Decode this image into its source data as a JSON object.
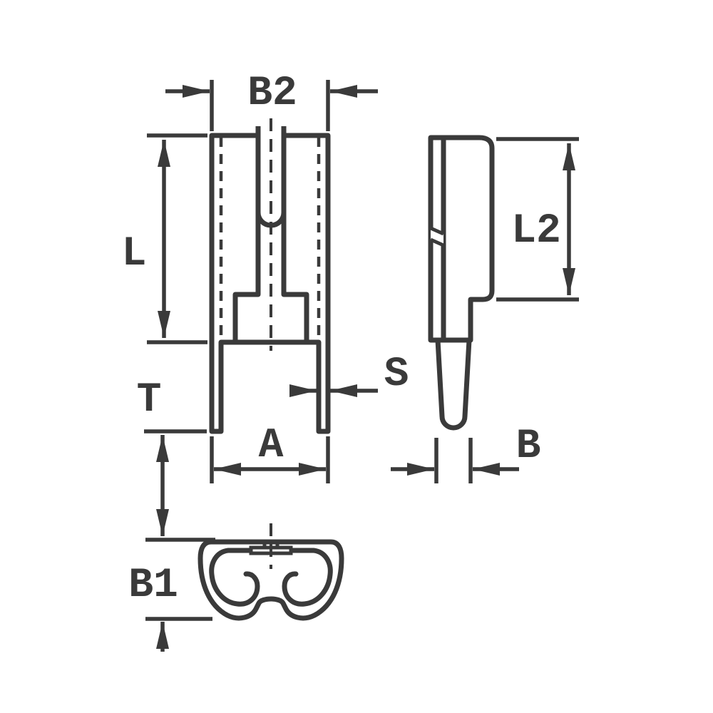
{
  "drawing": {
    "type": "technical-dimension-drawing",
    "labels": {
      "b2": "B2",
      "l": "L",
      "t": "T",
      "b1": "B1",
      "a": "A",
      "s": "S",
      "l2": "L2",
      "b": "B"
    },
    "colors": {
      "line": "#3a3a3a",
      "shaded": "#ababab",
      "background": "#ffffff"
    }
  }
}
